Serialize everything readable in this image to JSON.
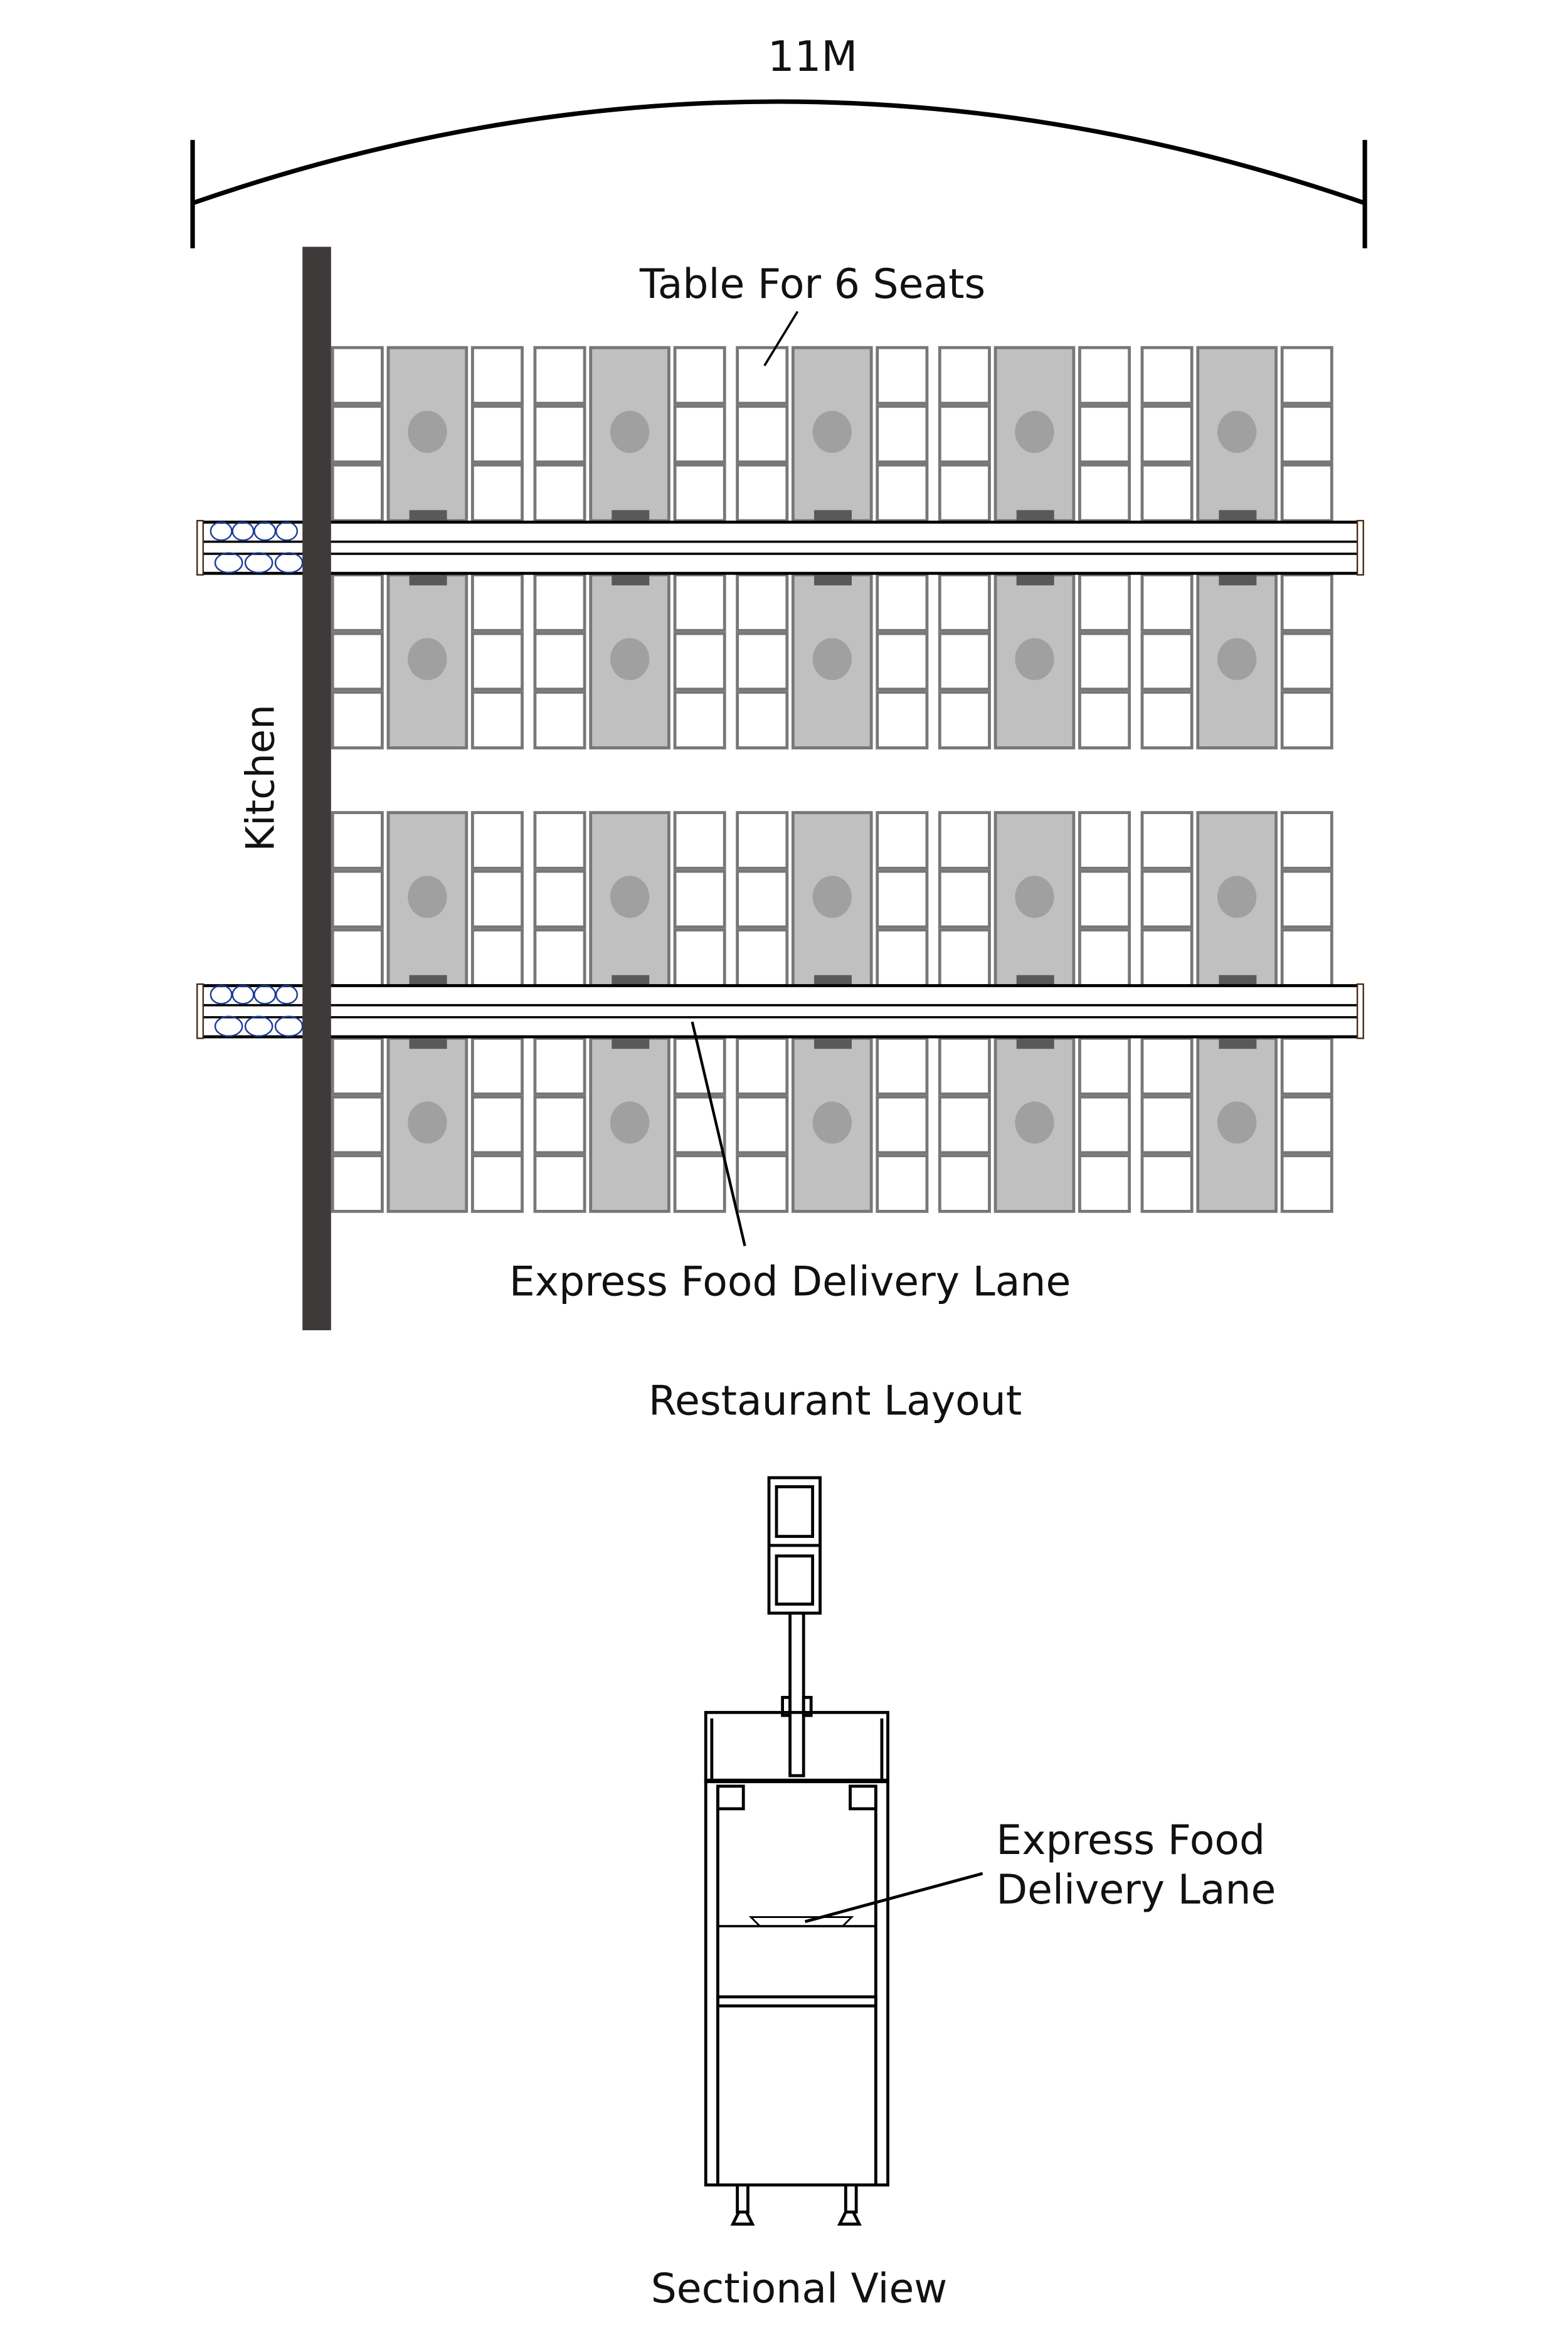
{
  "dimension_label": "11M",
  "kitchen_label": "Kitchen",
  "table_label": "Table For 6 Seats",
  "lane_label": "Express Food Delivery Lane",
  "layout_title": "Restaurant Layout",
  "section_lane_label": [
    "Express Food",
    "Delivery Lane"
  ],
  "section_title": "Sectional View",
  "colors": {
    "wall": "#3e3a39",
    "table": "#c0c0c0",
    "table_border": "#777777",
    "plate": "#a0a0a0",
    "tab": "#595959",
    "roller": "#1a3a9a"
  },
  "tables_per_row": 5,
  "table_rows": 4,
  "lanes": 2
}
